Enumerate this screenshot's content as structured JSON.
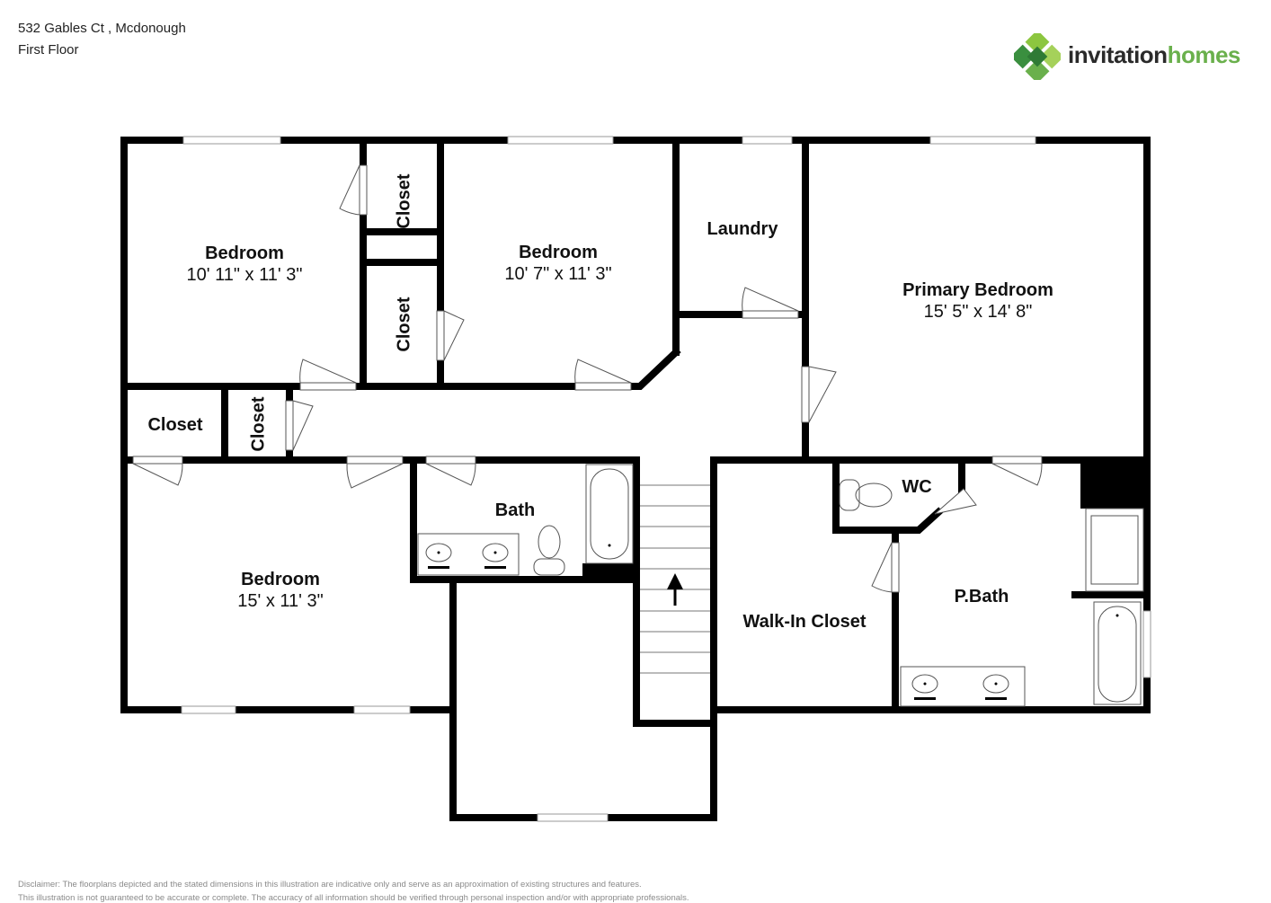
{
  "header": {
    "address": "532 Gables Ct , Mcdonough",
    "floor": "First Floor"
  },
  "logo": {
    "part1": "invitation",
    "part2": "homes",
    "icon": "clover-diamond-logo-icon",
    "colors": {
      "dark_green": "#3a8f3f",
      "light_green": "#8cc63f",
      "text_dark": "#2a2a2a",
      "text_green": "#6ab04c"
    }
  },
  "rooms": [
    {
      "name": "Bedroom",
      "dims": "10' 11\" x 11' 3\""
    },
    {
      "name": "Bedroom",
      "dims": "10' 7\" x 11' 3\""
    },
    {
      "name": "Laundry"
    },
    {
      "name": "Primary Bedroom",
      "dims": "15' 5\" x 14' 8\""
    },
    {
      "name": "Closet"
    },
    {
      "name": "Closet"
    },
    {
      "name": "Closet"
    },
    {
      "name": "Closet"
    },
    {
      "name": "Bedroom",
      "dims": "15' x 11' 3\""
    },
    {
      "name": "Bath"
    },
    {
      "name": "WC"
    },
    {
      "name": "P.Bath"
    },
    {
      "name": "Walk-In Closet"
    }
  ],
  "disclaimer": {
    "line1": "Disclaimer: The floorplans depicted and the stated dimensions in this illustration are indicative only and serve as an approximation of existing structures and features.",
    "line2": "This illustration is not guaranteed to be accurate or complete. The accuracy of all information should be verified through personal inspection and/or with appropriate professionals."
  },
  "colors": {
    "wall": "#000000",
    "fixture_line": "#666666",
    "background": "#ffffff"
  }
}
